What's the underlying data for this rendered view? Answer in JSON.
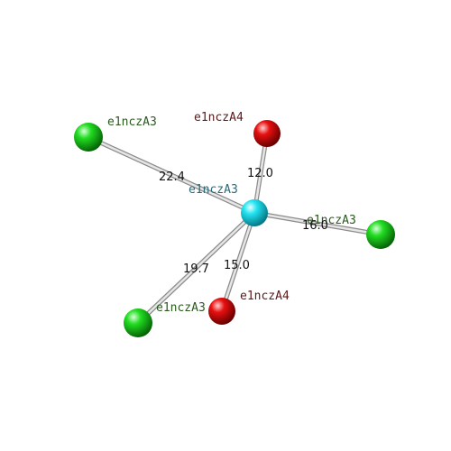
{
  "colors": {
    "background": "#ffffff",
    "center_atom": "#22e0f0",
    "green_atom": "#11cc11",
    "red_atom": "#e00000",
    "green_label": "#2b5a1f",
    "red_label": "#5a1a1a",
    "center_label": "#2a6a7a",
    "bond": "#cfcfcf"
  },
  "center": {
    "id": "center",
    "label": "e1nczA3",
    "kind": "center"
  },
  "atoms": [
    {
      "id": "a1",
      "label": "e1nczA3",
      "kind": "green",
      "distance": "22.4"
    },
    {
      "id": "a2",
      "label": "e1nczA4",
      "kind": "red",
      "distance": "12.0"
    },
    {
      "id": "a3",
      "label": "e1nczA3",
      "kind": "green",
      "distance": "16.0"
    },
    {
      "id": "a4",
      "label": "e1nczA3",
      "kind": "green",
      "distance": "19.7"
    },
    {
      "id": "a5",
      "label": "e1nczA4",
      "kind": "red",
      "distance": "15.0"
    }
  ]
}
